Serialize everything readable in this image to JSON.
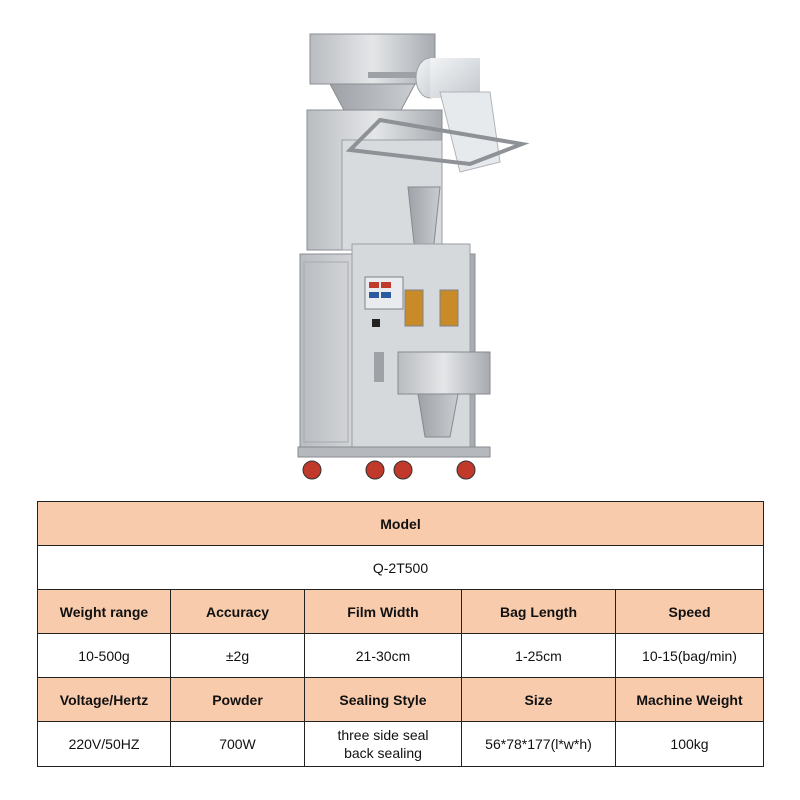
{
  "table": {
    "title": "Model",
    "model": "Q-2T500",
    "headers_1": [
      "Weight range",
      "Accuracy",
      "Film Width",
      "Bag Length",
      "Speed"
    ],
    "values_1": [
      "10-500g",
      "±2g",
      "21-30cm",
      "1-25cm",
      "10-15(bag/min)"
    ],
    "headers_2": [
      "Voltage/Hertz",
      "Powder",
      "Sealing Style",
      "Size",
      "Machine Weight"
    ],
    "values_2": [
      "220V/50HZ",
      "700W",
      "",
      "56*78*177(l*w*h)",
      "100kg"
    ],
    "sealing_style_lines": [
      "three side seal",
      "back sealing"
    ]
  },
  "colors": {
    "header_bg": "#f8cbad",
    "border": "#222222"
  }
}
